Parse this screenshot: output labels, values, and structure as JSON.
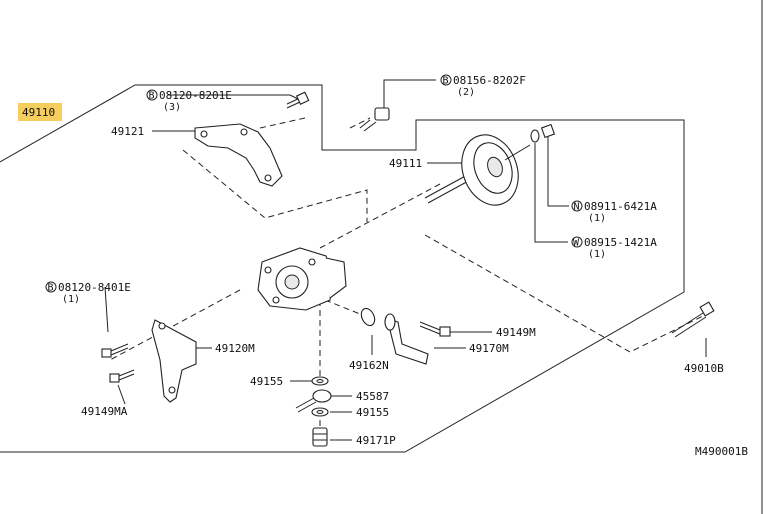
{
  "diagram": {
    "main_part": "49110",
    "drawing_code": "M490001B",
    "labels": {
      "p49121": "49121",
      "p49111": "49111",
      "p49120M": "49120M",
      "p49149MA": "49149MA",
      "p49149M": "49149M",
      "p49170M": "49170M",
      "p49162N": "49162N",
      "p49155a": "49155",
      "p45587": "45587",
      "p49155b": "49155",
      "p49171P": "49171P",
      "p49010B": "49010B"
    },
    "bolts": {
      "b1": {
        "marker": "B",
        "code": "08120-8201E",
        "qty": "(3)"
      },
      "b2": {
        "marker": "B",
        "code": "08156-8202F",
        "qty": "(2)"
      },
      "b3": {
        "marker": "B",
        "code": "08120-8401E",
        "qty": "(1)"
      },
      "n1": {
        "marker": "N",
        "code": "08911-6421A",
        "qty": "(1)"
      },
      "w1": {
        "marker": "W",
        "code": "08915-1421A",
        "qty": "(1)"
      }
    },
    "colors": {
      "highlight": "#f5c542",
      "line": "#222222"
    }
  }
}
